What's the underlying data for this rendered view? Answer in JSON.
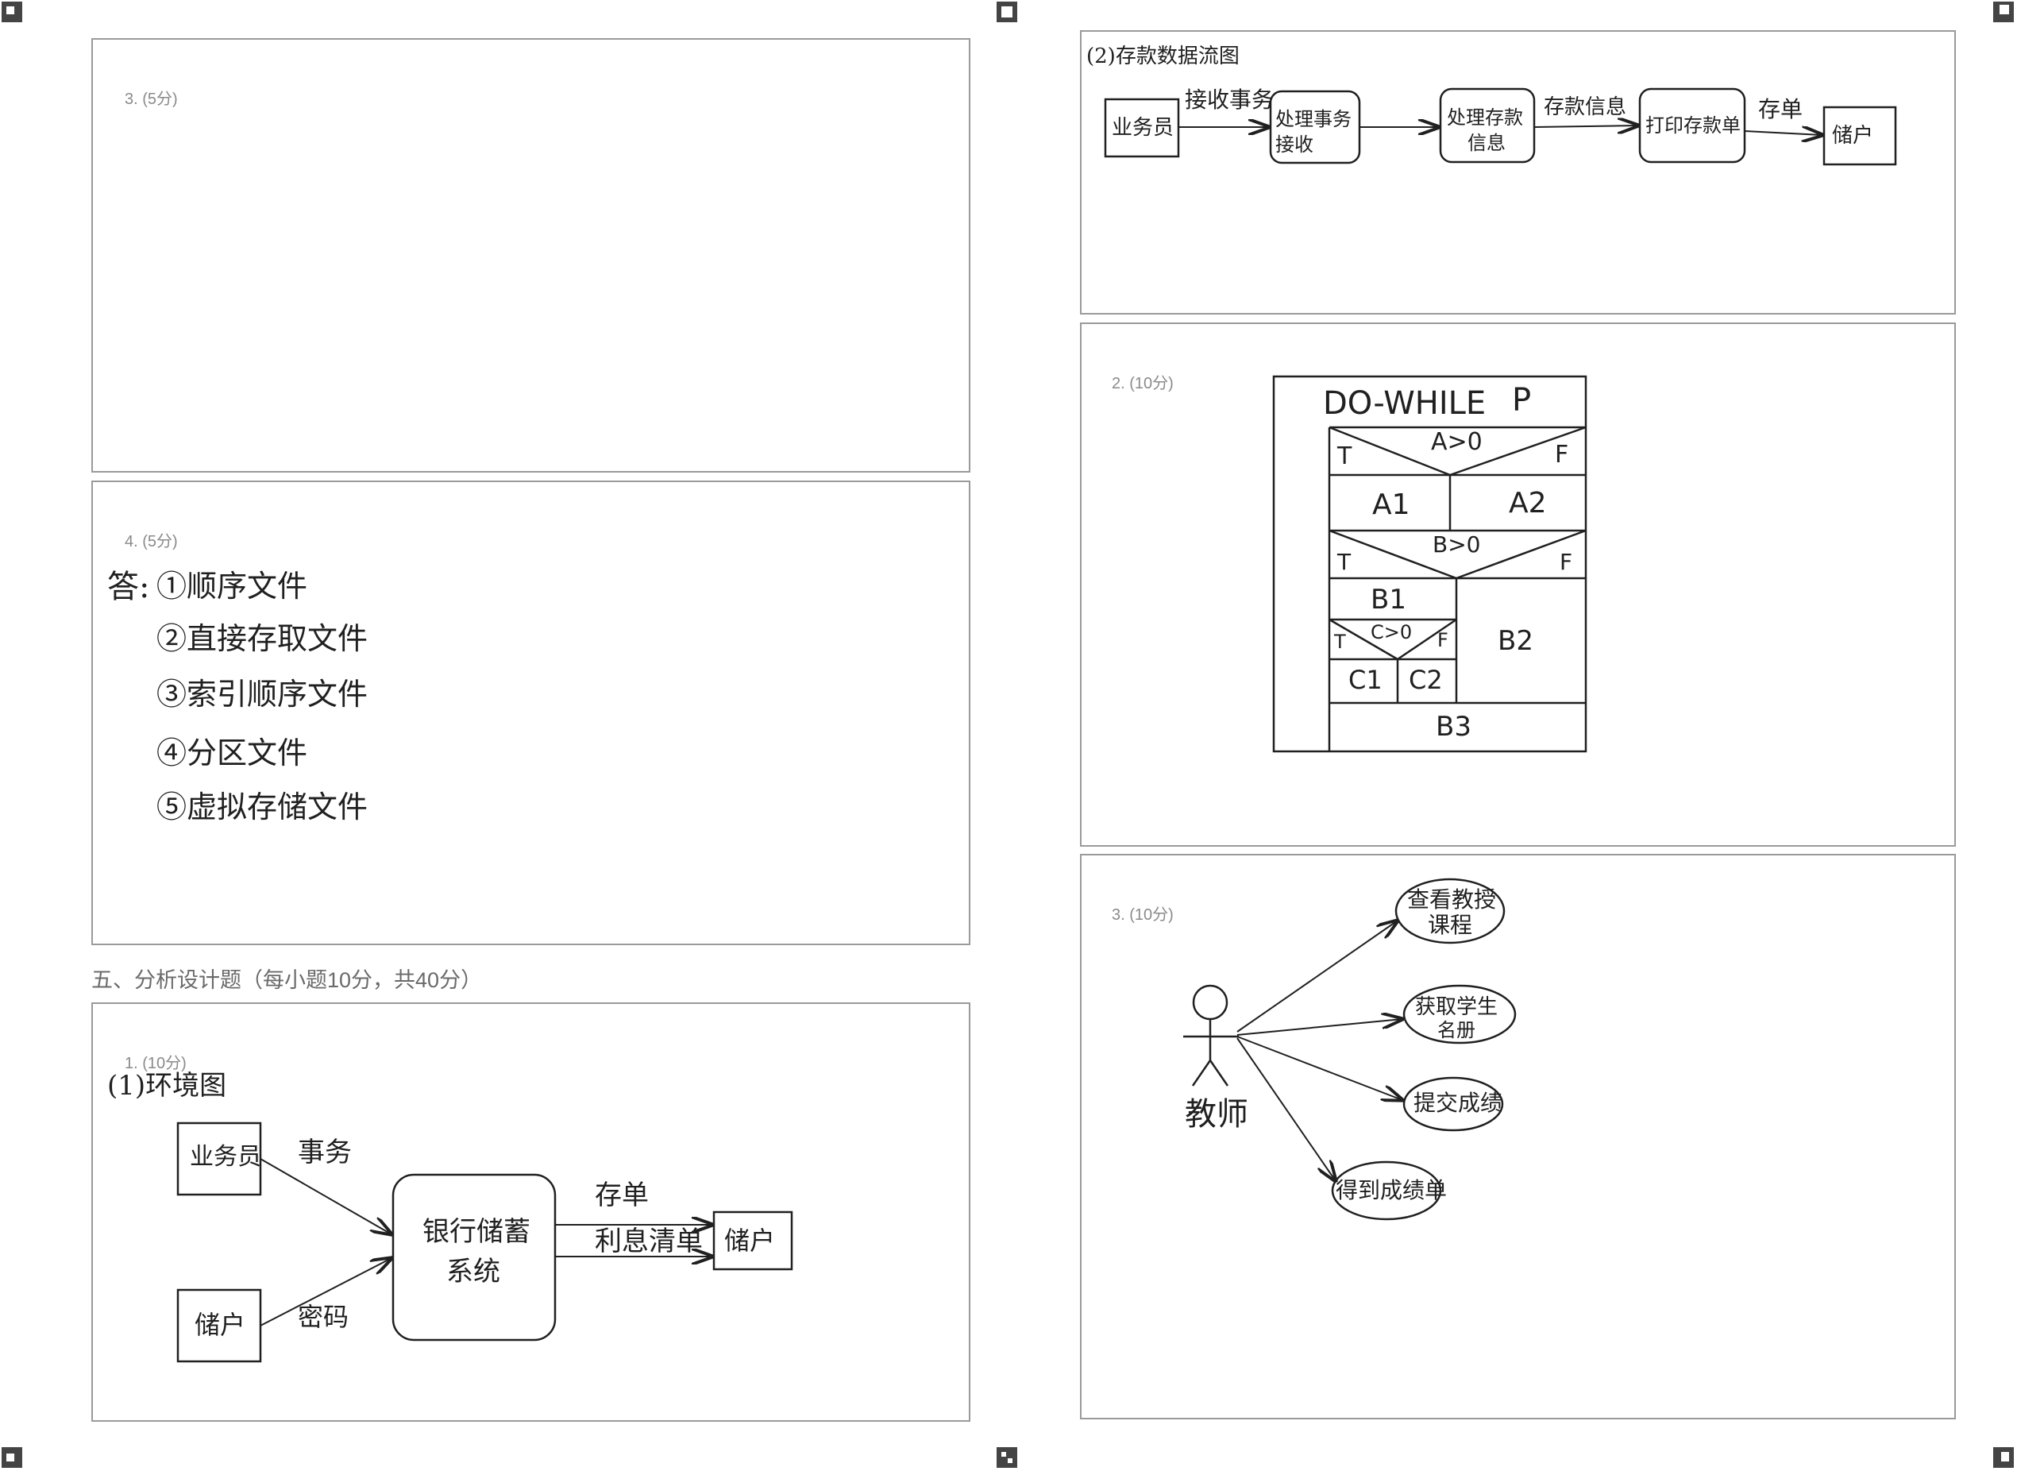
{
  "left": {
    "q3_label": "3. (5分)",
    "q4_label": "4. (5分)",
    "q4_answer": {
      "prefix": "答:",
      "items": [
        "①顺序文件",
        "②直接存取文件",
        "③索引顺序文件",
        "④分区文件",
        "⑤虚拟存储文件"
      ]
    },
    "section5_title": "五、分析设计题（每小题10分，共40分）",
    "q1_label": "1. (10分)",
    "q1_diagram": {
      "title": "(1)环境图",
      "node_clerk": "业务员",
      "node_depositor_in": "储户",
      "system_line1": "银行储蓄",
      "system_line2": "系统",
      "node_depositor_out": "储户",
      "flow_transaction": "事务",
      "flow_password": "密码",
      "flow_deposit_slip": "存单",
      "flow_interest_list": "利息清单"
    }
  },
  "right": {
    "dfd": {
      "title": "(2)存款数据流图",
      "node_clerk": "业务员",
      "flow_receive": "接收事务",
      "proc1_line1": "处理事务",
      "proc1_line2": "接收",
      "proc2_line1": "处理存款",
      "proc2_line2": "信息",
      "flow_info": "存款信息",
      "proc3": "打印存款单",
      "flow_slip": "存单",
      "node_depositor": "储户"
    },
    "q2_label": "2. (10分)",
    "ns": {
      "loop": "DO-WHILE",
      "p": "P",
      "cond_a": "A>0",
      "t": "T",
      "f": "F",
      "a1": "A1",
      "a2": "A2",
      "cond_b": "B>0",
      "b1": "B1",
      "b2": "B2",
      "cond_c": "C>0",
      "c1": "C1",
      "c2": "C2",
      "b3": "B3"
    },
    "q3_label": "3. (10分)",
    "usecase": {
      "actor": "教师",
      "uc1_line1": "查看教授",
      "uc1_line2": "课程",
      "uc2_line1": "获取学生",
      "uc2_line2": "名册",
      "uc3": "提交成绩",
      "uc4": "得到成绩单"
    }
  }
}
